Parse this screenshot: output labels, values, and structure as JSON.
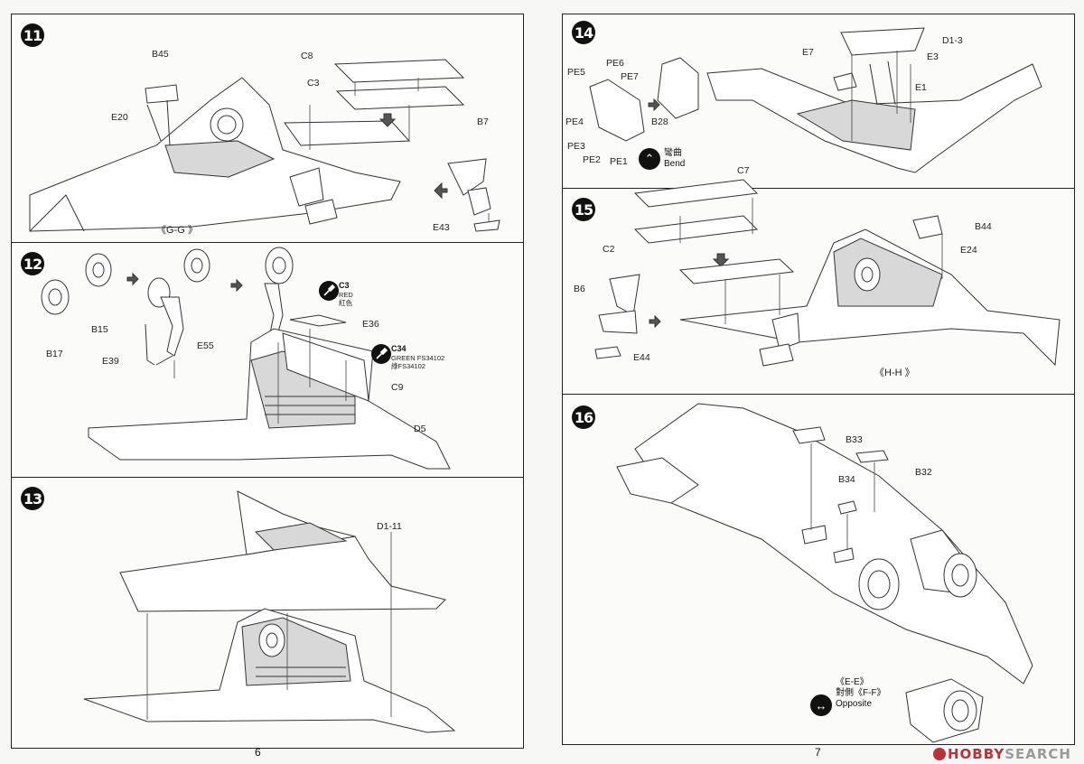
{
  "pages": [
    {
      "number": "6",
      "steps": [
        {
          "badge": "11",
          "view_label": "《G-G 》",
          "parts": [
            "B45",
            "E20",
            "C8",
            "C3",
            "B7",
            "E43"
          ]
        },
        {
          "badge": "12",
          "parts": [
            "B15",
            "B17",
            "E55",
            "E39",
            "E36",
            "C9",
            "D5"
          ],
          "paints": [
            {
              "code": "C3",
              "text": "RED\n紅色",
              "icon": "paintbrush-icon"
            },
            {
              "code": "C34",
              "text": "GREEN FS34102\n綠FS34102",
              "icon": "paintbrush-icon"
            }
          ]
        },
        {
          "badge": "13",
          "parts": [
            "D1-11"
          ]
        }
      ]
    },
    {
      "number": "7",
      "steps": [
        {
          "badge": "14",
          "parts": [
            "PE5",
            "PE6",
            "PE7",
            "PE4",
            "PE3",
            "PE2",
            "PE1",
            "B28",
            "E7",
            "D1-3",
            "E3",
            "E1"
          ],
          "bend_note": "彎曲\nBend"
        },
        {
          "badge": "15",
          "view_label": "《H-H 》",
          "parts": [
            "C7",
            "C2",
            "B44",
            "E24",
            "B6",
            "E44"
          ]
        },
        {
          "badge": "16",
          "parts": [
            "B33",
            "B34",
            "B32"
          ],
          "legend": "《E-E》\n對側《F-F》\nOpposite"
        }
      ]
    }
  ],
  "watermark": {
    "prefix": "HOBBY",
    "suffix": "SEARCH"
  },
  "colors": {
    "ink": "#111111",
    "paper": "#fbfbfa",
    "watermark_red": "#b8323a"
  }
}
